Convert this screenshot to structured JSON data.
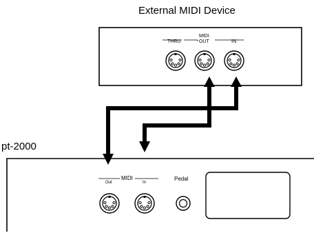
{
  "external_device": {
    "title": "External MIDI Device",
    "group_label": "MIDI",
    "ports": [
      "THRU",
      "OUT",
      "IN"
    ]
  },
  "piano": {
    "title": "pt-2000",
    "group_label": "MIDI",
    "ports": [
      "Out",
      "In"
    ],
    "pedal_label": "Pedal"
  },
  "colors": {
    "line": "#000000",
    "background": "#ffffff"
  }
}
